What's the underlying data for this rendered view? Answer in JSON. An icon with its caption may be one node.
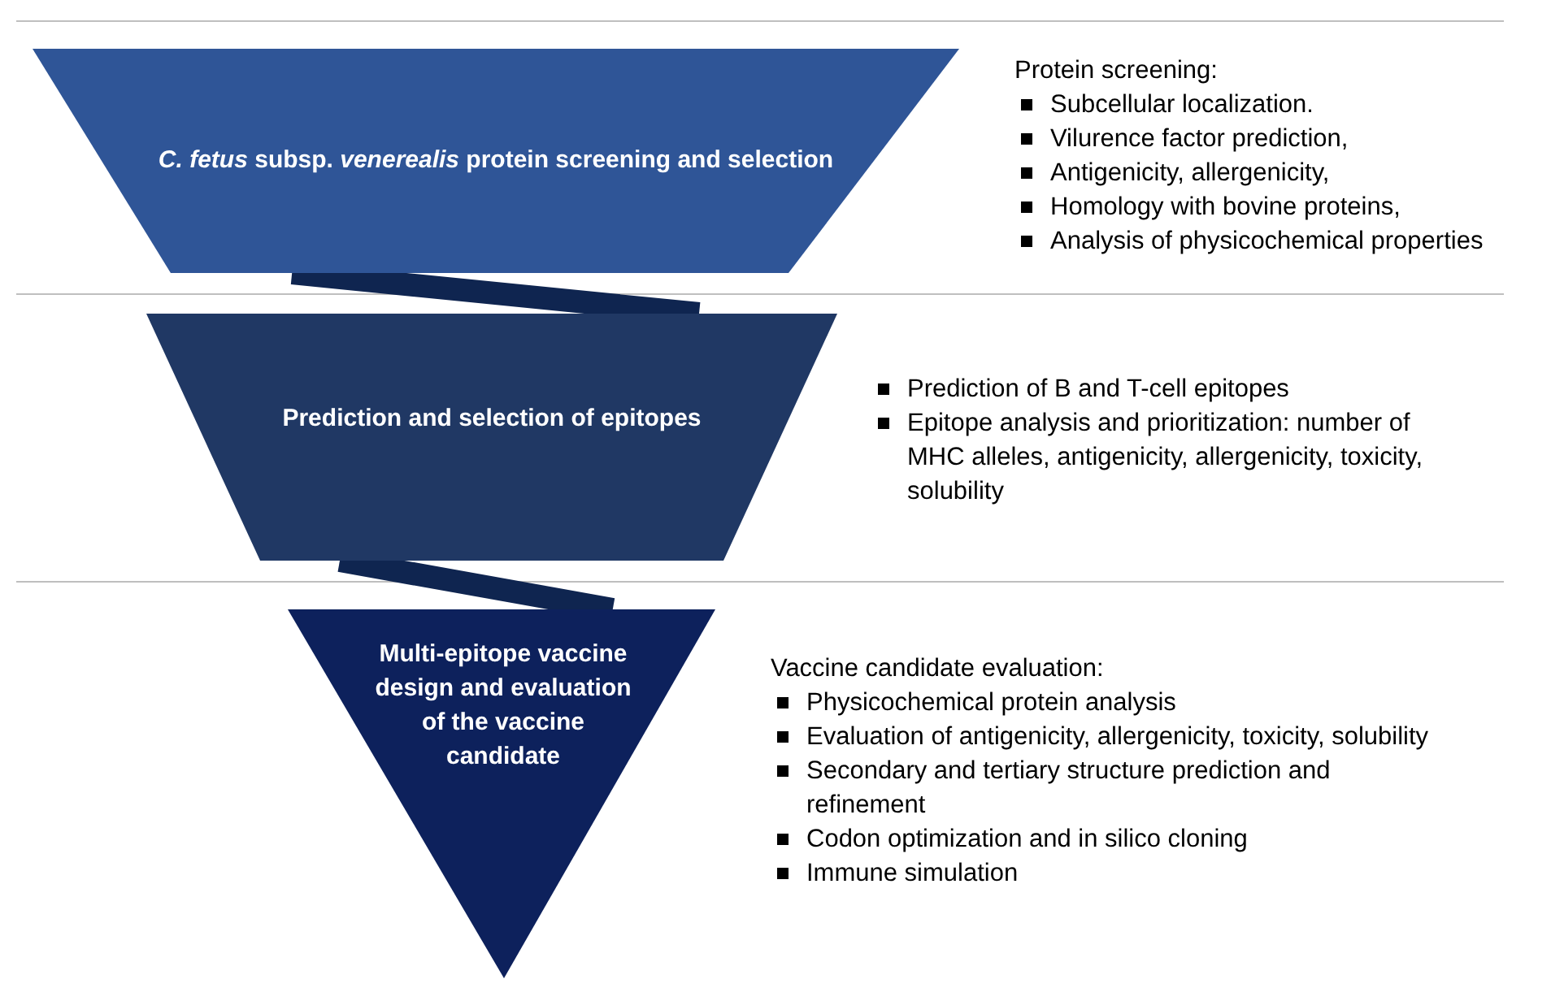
{
  "diagram": {
    "nodes": [
      {
        "text": [
          "*C. fetus* subsp. *venerealis* protein screening and selection"
        ],
        "beside": [
          "Protein screening:",
          "Subcellular localization.",
          "Vilurence factor prediction,",
          "Antigenicity, allergenicity,",
          "Homology with bovine proteins,",
          "Analysis of physicochemical properties"
        ]
      },
      {
        "text": [
          "Prediction and selection of epitopes"
        ],
        "beside": [
          "Prediction of B and T-cell epitopes",
          "Epitope analysis and prioritization: number of MHC alleles, antigenicity, allergenicity, toxicity, solubility"
        ]
      },
      {
        "text": [
          "Multi-epitope vaccine design and evaluation of the vaccine candidate"
        ],
        "beside": [
          "Vaccine candidate evaluation:",
          "Physicochemical protein analysis",
          "Evaluation of antigenicity, allergenicity, toxicity, solubility",
          "Secondary and tertiary structure prediction and refinement",
          "Codon optimization and in silico cloning",
          "Immune simulation"
        ]
      }
    ],
    "edges": [
      {
        "from": 0,
        "to": 1,
        "arrow": "none"
      },
      {
        "from": 1,
        "to": 2,
        "arrow": "none"
      }
    ]
  }
}
